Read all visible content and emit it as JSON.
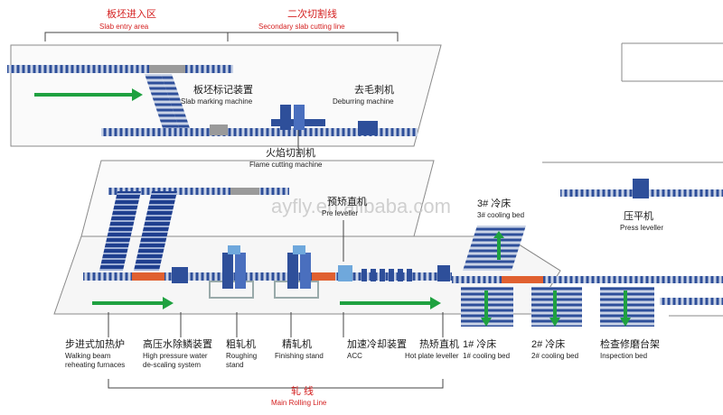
{
  "zones": {
    "slab_entry": {
      "zh": "板坯进入区",
      "en": "Slab entry area"
    },
    "secondary_cutting": {
      "zh": "二次切割线",
      "en": "Secondary slab cutting line"
    },
    "main_rolling": {
      "zh": "轧 线",
      "en": "Main Rolling Line"
    }
  },
  "equipment": {
    "slab_marking": {
      "zh": "板坯标记装置",
      "en": "Slab marking machine"
    },
    "deburring": {
      "zh": "去毛刺机",
      "en": "Deburring machine"
    },
    "flame_cutting": {
      "zh": "火焰切割机",
      "en": "Flame cutting machine"
    },
    "pre_leveller": {
      "zh": "预矫直机",
      "en": "Pre leveller"
    },
    "cooling_bed_3": {
      "zh": "3# 冷床",
      "en": "3# cooling bed"
    },
    "press_leveller": {
      "zh": "压平机",
      "en": "Press leveller"
    },
    "walking_beam": {
      "zh": "步进式加热炉",
      "en1": "Walking beam",
      "en2": "reheating furnaces"
    },
    "descaling": {
      "zh": "高压水除鳞装置",
      "en1": "High pressure water",
      "en2": "de-scaling system"
    },
    "roughing": {
      "zh": "粗轧机",
      "en1": "Roughing",
      "en2": "stand"
    },
    "finishing": {
      "zh": "精轧机",
      "en": "Finishing stand"
    },
    "acc": {
      "zh": "加速冷却装置",
      "en": "ACC"
    },
    "hot_leveller": {
      "zh": "热矫直机",
      "en": "Hot plate leveller"
    },
    "cooling_bed_1": {
      "zh": "1# 冷床",
      "en": "1# cooling bed"
    },
    "cooling_bed_2": {
      "zh": "2# 冷床",
      "en": "2# cooling bed"
    },
    "inspection_bed": {
      "zh": "检查修磨台架",
      "en": "Inspection bed"
    }
  },
  "watermark": "ayfly.en.alibaba.com",
  "colors": {
    "roller": "#2e4f9a",
    "accent": "#e06030",
    "arrow": "#1fa140",
    "label_red": "#d42020"
  }
}
